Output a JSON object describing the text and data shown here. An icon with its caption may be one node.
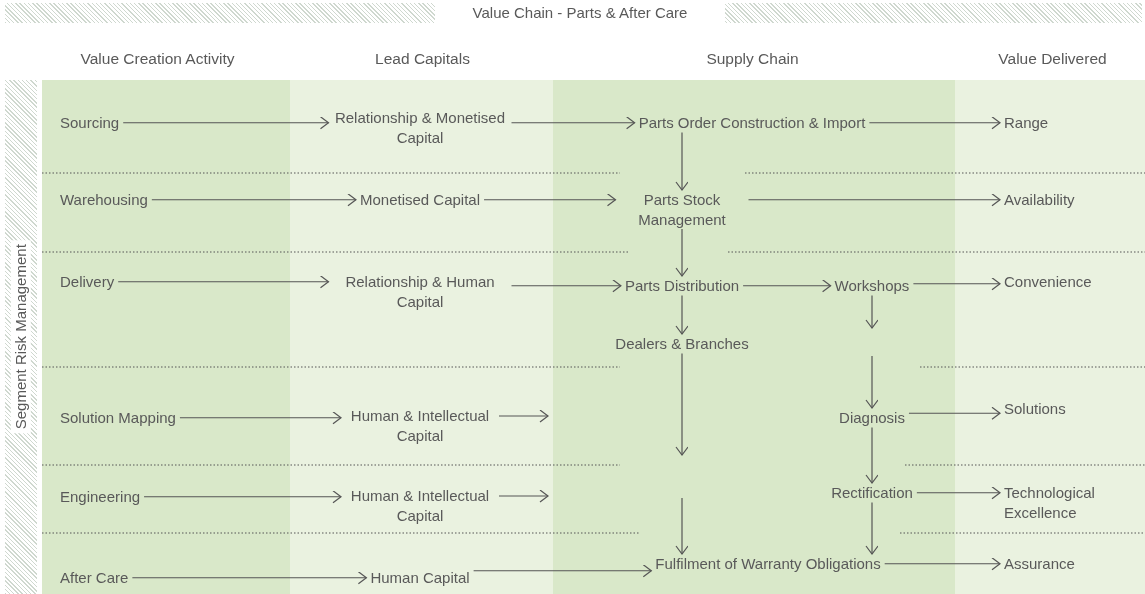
{
  "diagram": {
    "title": "Value Chain - Parts & After Care",
    "nodes": [
      {
        "text": [
          "Segment Risk Management"
        ]
      },
      {
        "text": [
          "Sourcing"
        ]
      },
      {
        "text": [
          "Warehousing"
        ]
      },
      {
        "text": [
          "Delivery"
        ]
      },
      {
        "text": [
          "Solution Mapping"
        ]
      },
      {
        "text": [
          "Engineering"
        ]
      },
      {
        "text": [
          "After Care"
        ]
      },
      {
        "text": [
          "Relationship & Monetised Capital"
        ]
      },
      {
        "text": [
          "Monetised Capital"
        ]
      },
      {
        "text": [
          "Relationship & Human Capital"
        ]
      },
      {
        "text": [
          "Human & Intellectual Capital"
        ]
      },
      {
        "text": [
          "Human & Intellectual Capital"
        ]
      },
      {
        "text": [
          "Human Capital"
        ]
      },
      {
        "text": [
          "Parts Order Construction & Import"
        ]
      },
      {
        "text": [
          "Parts Stock Management"
        ]
      },
      {
        "text": [
          "Parts Distribution"
        ]
      },
      {
        "text": [
          "Workshops"
        ]
      },
      {
        "text": [
          "Dealers & Branches"
        ]
      },
      {
        "text": [
          "Diagnosis"
        ]
      },
      {
        "text": [
          "Rectification"
        ]
      },
      {
        "text": [
          "Fulfilment of Warranty Obligations"
        ]
      },
      {
        "text": [
          "Range"
        ]
      },
      {
        "text": [
          "Availability"
        ]
      },
      {
        "text": [
          "Convenience"
        ]
      },
      {
        "text": [
          "Solutions"
        ]
      },
      {
        "text": [
          "Technological Excellence"
        ]
      },
      {
        "text": [
          "Assurance"
        ]
      }
    ],
    "edges": [
      {
        "from": 1,
        "to": 7,
        "arrow": "to"
      },
      {
        "from": 2,
        "to": 8,
        "arrow": "to"
      },
      {
        "from": 3,
        "to": 9,
        "arrow": "to"
      },
      {
        "from": 4,
        "to": 10,
        "arrow": "to"
      },
      {
        "from": 5,
        "to": 11,
        "arrow": "to"
      },
      {
        "from": 6,
        "to": 12,
        "arrow": "to"
      },
      {
        "from": 7,
        "to": 13,
        "arrow": "to"
      },
      {
        "from": 8,
        "to": 14,
        "arrow": "to"
      },
      {
        "from": 9,
        "to": 15,
        "arrow": "to"
      },
      {
        "from": 10,
        "to": null,
        "arrow": "to"
      },
      {
        "from": 11,
        "to": null,
        "arrow": "to"
      },
      {
        "from": 12,
        "to": 20,
        "arrow": "to"
      },
      {
        "from": 13,
        "to": 14,
        "arrow": "to"
      },
      {
        "from": 14,
        "to": 15,
        "arrow": "to"
      },
      {
        "from": 15,
        "to": 17,
        "arrow": "to"
      },
      {
        "from": 15,
        "to": 16,
        "arrow": "to"
      },
      {
        "from": 16,
        "to": null,
        "arrow": "to"
      },
      {
        "from": null,
        "to": 18,
        "arrow": "to"
      },
      {
        "from": 17,
        "to": null,
        "arrow": "to"
      },
      {
        "from": null,
        "to": 20,
        "arrow": "to"
      },
      {
        "from": 18,
        "to": 19,
        "arrow": "to"
      },
      {
        "from": 19,
        "to": 20,
        "arrow": "to"
      },
      {
        "from": 13,
        "to": 21,
        "arrow": "to"
      },
      {
        "from": 14,
        "to": 22,
        "arrow": "to"
      },
      {
        "from": 16,
        "to": 23,
        "arrow": "to"
      },
      {
        "from": 18,
        "to": 24,
        "arrow": "to"
      },
      {
        "from": 19,
        "to": 25,
        "arrow": "to"
      },
      {
        "from": 20,
        "to": 26,
        "arrow": "to"
      }
    ],
    "labels": [
      "Value Creation Activity",
      "Lead Capitals",
      "Supply Chain",
      "Value Delivered"
    ]
  }
}
